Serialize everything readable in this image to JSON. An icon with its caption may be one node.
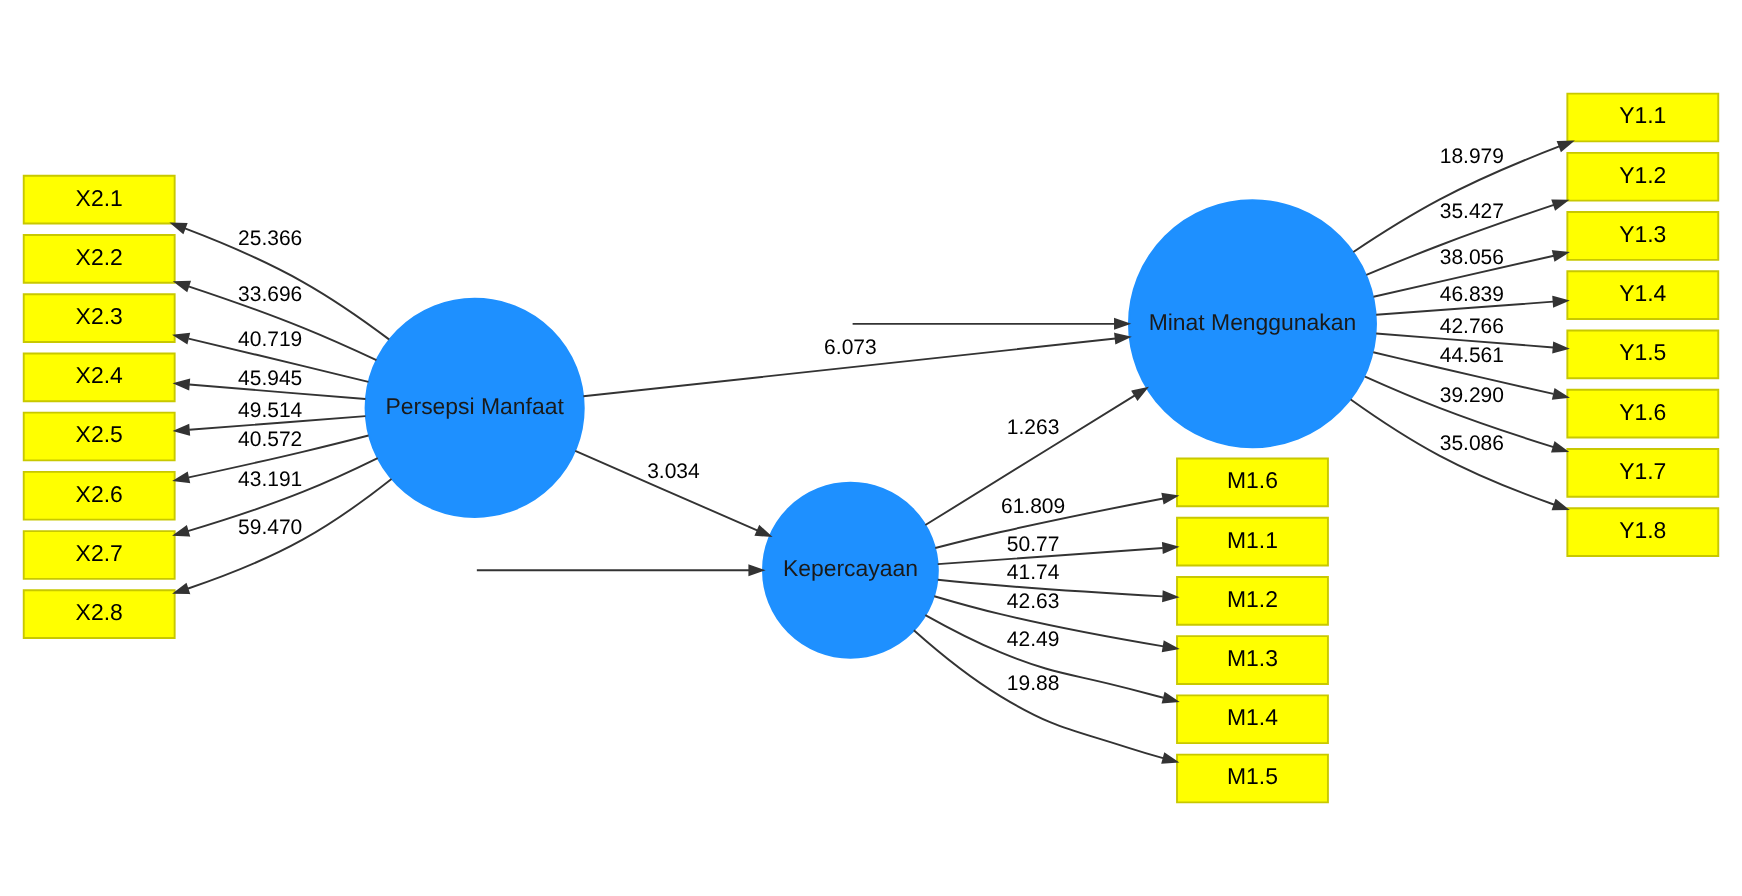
{
  "diagram": {
    "nodes": [
      {
        "text": [
          "Persepsi Manfaat"
        ]
      },
      {
        "text": [
          "Kepercayaan"
        ]
      },
      {
        "text": [
          "Minat Menggunakan"
        ]
      },
      {
        "text": [
          "X2.1"
        ]
      },
      {
        "text": [
          "X2.2"
        ]
      },
      {
        "text": [
          "X2.3"
        ]
      },
      {
        "text": [
          "X2.4"
        ]
      },
      {
        "text": [
          "X2.5"
        ]
      },
      {
        "text": [
          "X2.6"
        ]
      },
      {
        "text": [
          "X2.7"
        ]
      },
      {
        "text": [
          "X2.8"
        ]
      },
      {
        "text": [
          "M1.1"
        ]
      },
      {
        "text": [
          "M1.2"
        ]
      },
      {
        "text": [
          "M1.3"
        ]
      },
      {
        "text": [
          "M1.4"
        ]
      },
      {
        "text": [
          "M1.5"
        ]
      },
      {
        "text": [
          "M1.6"
        ]
      },
      {
        "text": [
          "Y1.1"
        ]
      },
      {
        "text": [
          "Y1.2"
        ]
      },
      {
        "text": [
          "Y1.3"
        ]
      },
      {
        "text": [
          "Y1.4"
        ]
      },
      {
        "text": [
          "Y1.5"
        ]
      },
      {
        "text": [
          "Y1.6"
        ]
      },
      {
        "text": [
          "Y1.7"
        ]
      },
      {
        "text": [
          "Y1.8"
        ]
      }
    ],
    "edges": [
      {
        "from": null,
        "to": 1,
        "arrow": "to"
      },
      {
        "from": null,
        "to": 2,
        "arrow": "to"
      },
      {
        "from": 0,
        "to": 2,
        "arrow": "to",
        "label": "6.073"
      },
      {
        "from": 0,
        "to": 1,
        "arrow": "to",
        "label": "3.034"
      },
      {
        "from": 1,
        "to": 2,
        "arrow": "to",
        "label": "1.263"
      },
      {
        "from": 0,
        "to": 3,
        "arrow": "to",
        "label": "25.366"
      },
      {
        "from": 0,
        "to": 4,
        "arrow": "to",
        "label": "33.696"
      },
      {
        "from": 0,
        "to": 5,
        "arrow": "to",
        "label": "40.719"
      },
      {
        "from": 0,
        "to": 6,
        "arrow": "to",
        "label": "45.945"
      },
      {
        "from": 0,
        "to": 7,
        "arrow": "to",
        "label": "49.514"
      },
      {
        "from": 0,
        "to": 8,
        "arrow": "to",
        "label": "40.572"
      },
      {
        "from": 0,
        "to": 9,
        "arrow": "to",
        "label": "43.191"
      },
      {
        "from": 0,
        "to": 10,
        "arrow": "to",
        "label": "59.470"
      },
      {
        "from": 1,
        "to": 11,
        "arrow": "to",
        "label": "50.77"
      },
      {
        "from": 1,
        "to": 12,
        "arrow": "to",
        "label": "41.74"
      },
      {
        "from": 1,
        "to": 13,
        "arrow": "to",
        "label": "42.63"
      },
      {
        "from": 1,
        "to": 14,
        "arrow": "to",
        "label": "42.49"
      },
      {
        "from": 1,
        "to": 15,
        "arrow": "to",
        "label": "19.88"
      },
      {
        "from": 1,
        "to": 16,
        "arrow": "to",
        "label": "61.809"
      },
      {
        "from": 2,
        "to": 17,
        "arrow": "to",
        "label": "18.979"
      },
      {
        "from": 2,
        "to": 18,
        "arrow": "to",
        "label": "35.427"
      },
      {
        "from": 2,
        "to": 19,
        "arrow": "to",
        "label": "38.056"
      },
      {
        "from": 2,
        "to": 20,
        "arrow": "to",
        "label": "46.839"
      },
      {
        "from": 2,
        "to": 21,
        "arrow": "to",
        "label": "42.766"
      },
      {
        "from": 2,
        "to": 22,
        "arrow": "to",
        "label": "44.561"
      },
      {
        "from": 2,
        "to": 23,
        "arrow": "to",
        "label": "39.290"
      },
      {
        "from": 2,
        "to": 24,
        "arrow": "to",
        "label": "35.086"
      }
    ]
  }
}
